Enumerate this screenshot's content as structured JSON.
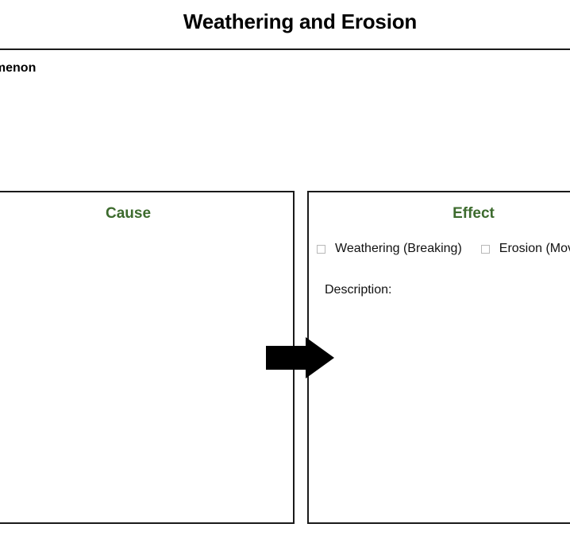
{
  "document": {
    "title": "Weathering and Erosion",
    "phenomenon_label": "Phenomenon",
    "colors": {
      "heading_green": "#3d6b2e",
      "rule_black": "#1a1a1a",
      "checkbox_outline": "#b8b8b8",
      "text_black": "#111111",
      "page_background": "#ffffff"
    }
  },
  "cause_box": {
    "heading": "Cause"
  },
  "effect_box": {
    "heading": "Effect",
    "options": [
      {
        "checkbox": "checkbox-unchecked",
        "label": "Weathering (Breaking)"
      },
      {
        "checkbox": "checkbox-unchecked",
        "label": "Erosion (Moving)"
      }
    ],
    "description_label": "Description:"
  },
  "arrow": {
    "icon": "right-arrow-icon"
  }
}
